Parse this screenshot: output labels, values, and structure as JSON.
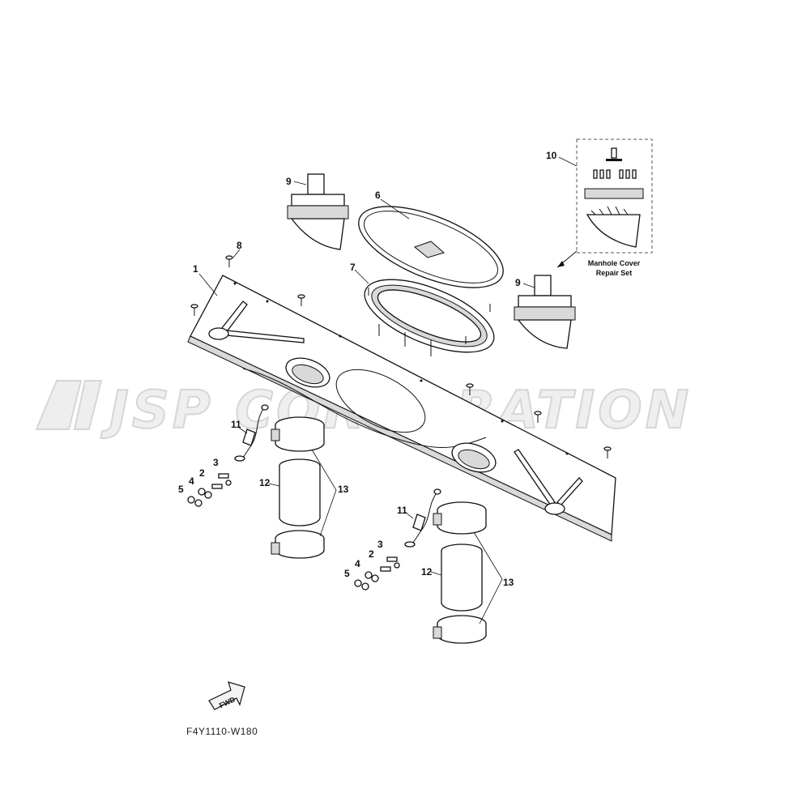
{
  "watermark": "JSP CORPORATION",
  "diagram_code": "F4Y1110-W180",
  "fwd_label": "FWD",
  "repair_set_label_line1": "Manhole Cover",
  "repair_set_label_line2": "Repair Set",
  "callouts": {
    "c1": "1",
    "c2a": "2",
    "c2b": "2",
    "c3a": "3",
    "c3b": "3",
    "c4a": "4",
    "c4b": "4",
    "c5a": "5",
    "c5b": "5",
    "c6": "6",
    "c7": "7",
    "c8": "8",
    "c9a": "9",
    "c9b": "9",
    "c10": "10",
    "c11a": "11",
    "c11b": "11",
    "c12a": "12",
    "c12b": "12",
    "c13a": "13",
    "c13b": "13"
  }
}
